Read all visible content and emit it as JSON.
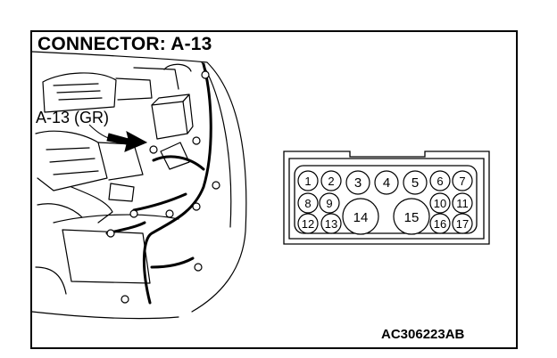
{
  "title": "CONNECTOR: A-13",
  "callout_label": "A-13 (GR)",
  "figure_code": "AC306223AB",
  "connector_pins": {
    "row1": [
      "1",
      "2",
      "3",
      "4",
      "5",
      "6",
      "7"
    ],
    "row2": [
      "8",
      "9",
      "10",
      "11"
    ],
    "row3": [
      "12",
      "13",
      "16",
      "17"
    ],
    "large": [
      "14",
      "15"
    ]
  }
}
